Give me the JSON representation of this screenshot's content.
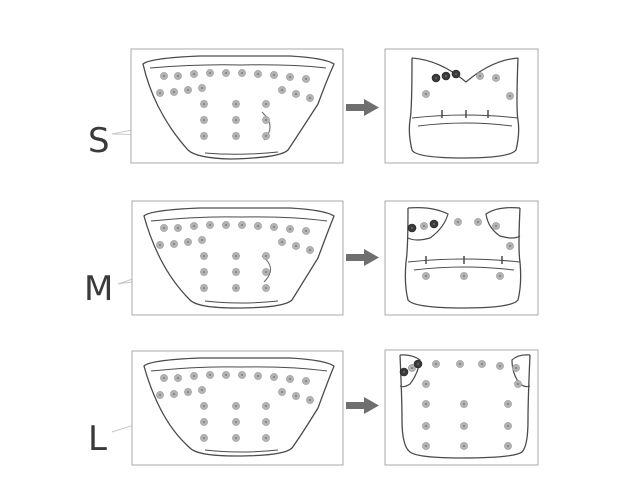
{
  "rows": [
    {
      "size_label": "S"
    },
    {
      "size_label": "M"
    },
    {
      "size_label": "L"
    }
  ],
  "colors": {
    "frame": "#aaaaaa",
    "outline": "#4a4a4a",
    "snap": "#b3b3b3",
    "snap_ring": "#999999",
    "snap_active": "#3a3a3a",
    "arrow": "#6f6f6f",
    "leader": "#c8c8c8",
    "letter": "#3a3a3a"
  },
  "icons": {
    "arrow": "arrow-right-icon",
    "snap": "snap-button-icon"
  }
}
